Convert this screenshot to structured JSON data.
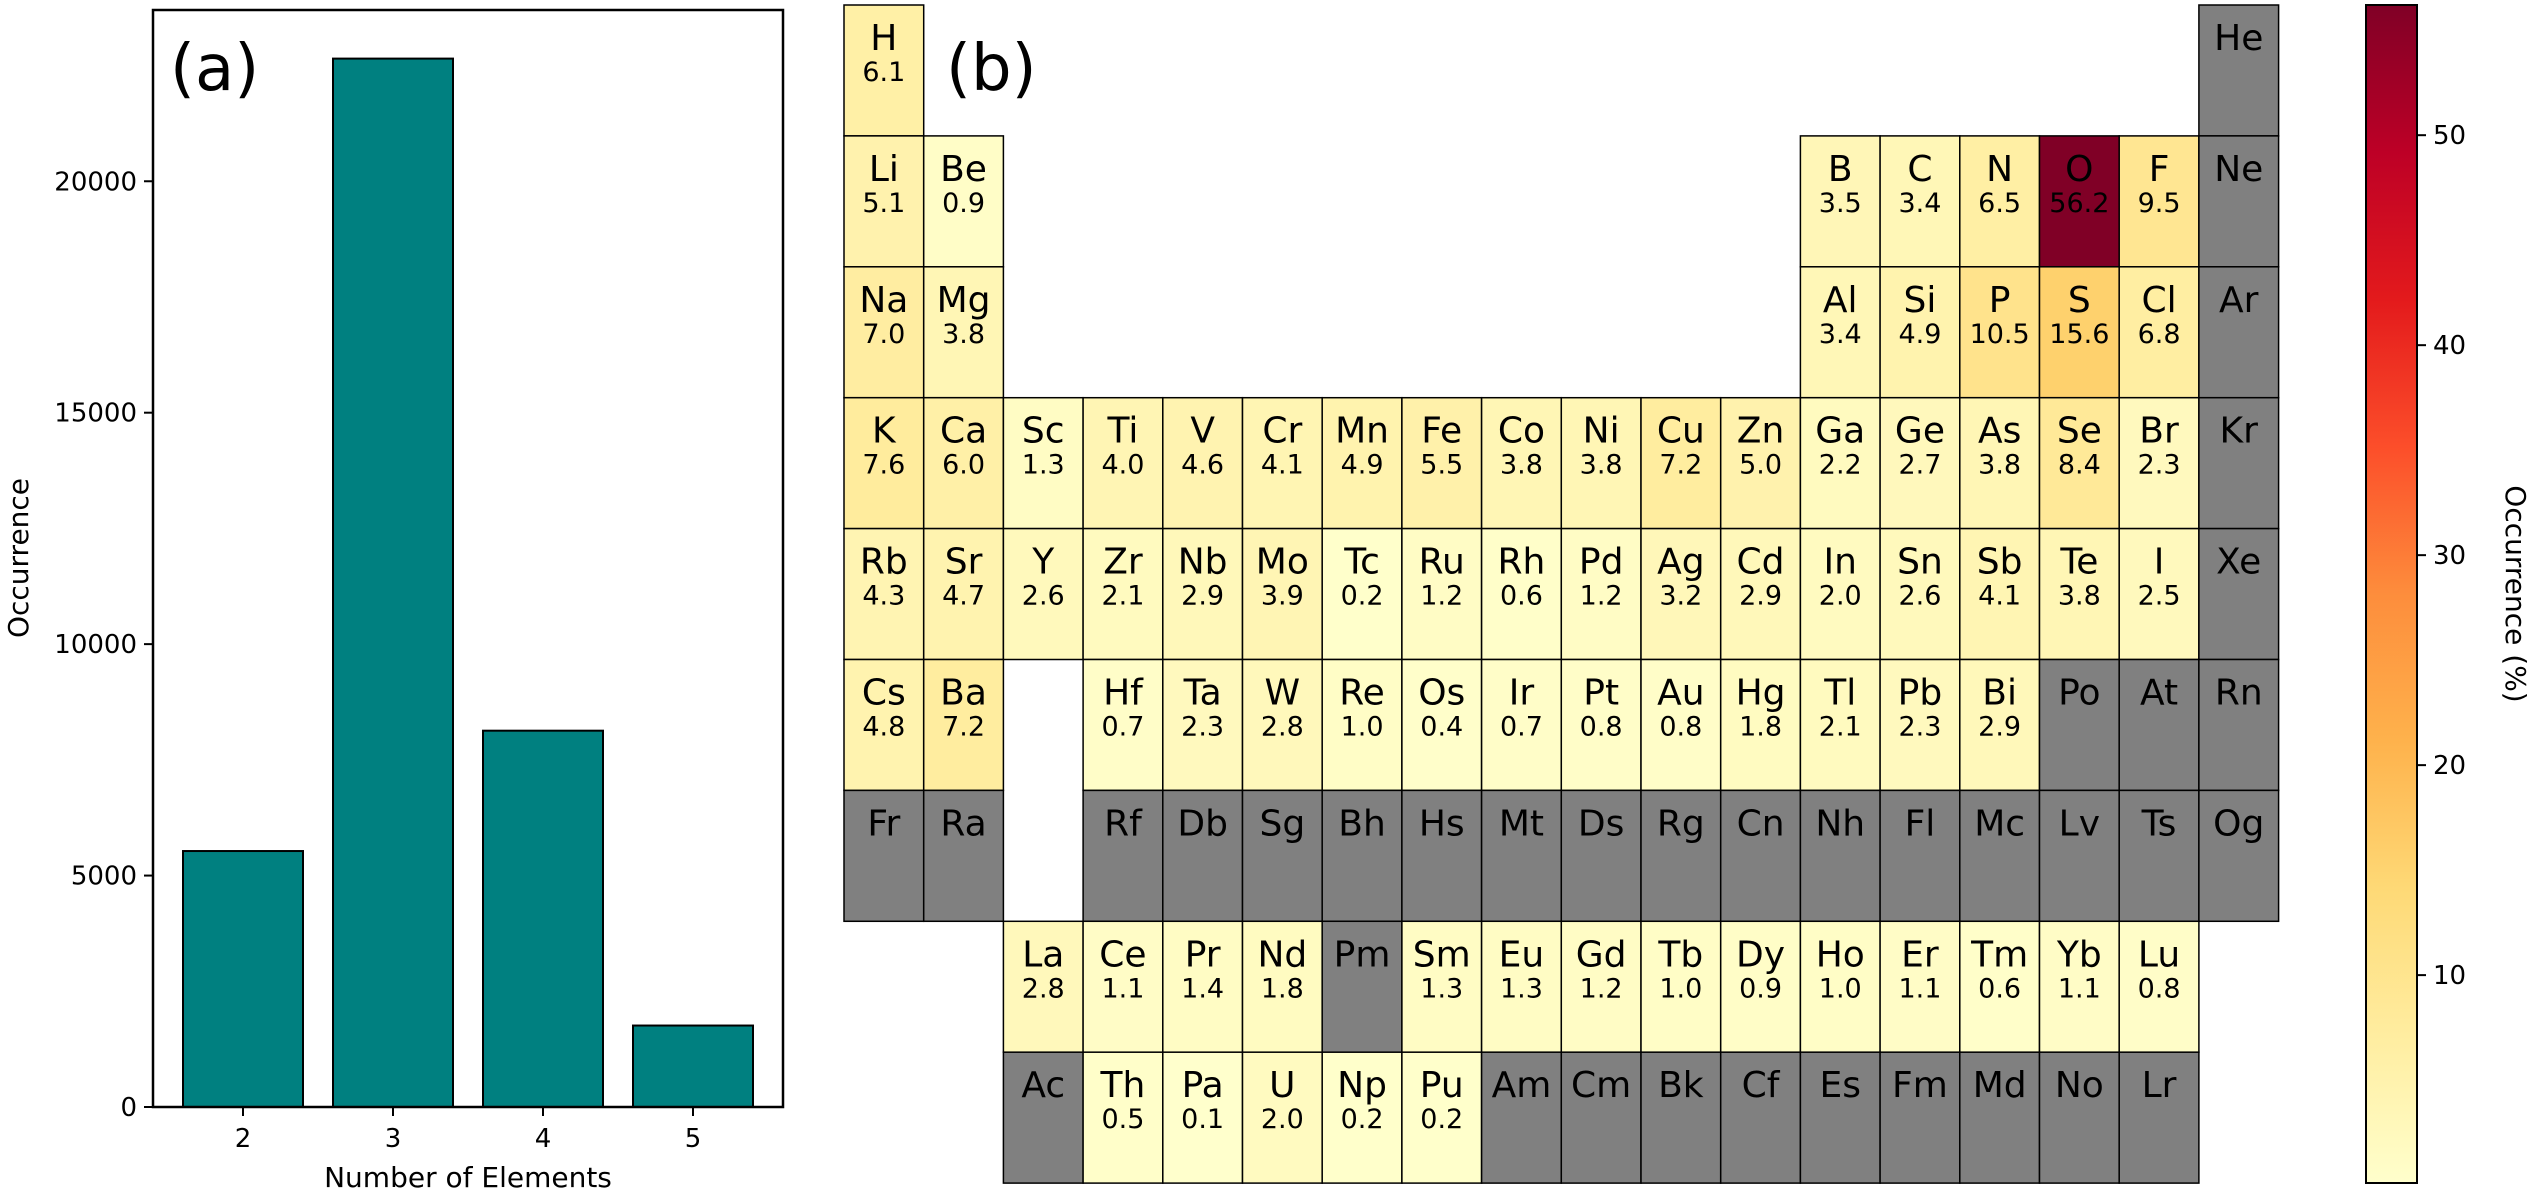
{
  "chart_data": [
    {
      "type": "bar",
      "panel_label": "(a)",
      "categories": [
        "2",
        "3",
        "4",
        "5"
      ],
      "values": [
        5530,
        22650,
        8130,
        1760
      ],
      "xlabel": "Number of Elements",
      "ylabel": "Occurrence",
      "ylim": [
        0,
        23700
      ],
      "yticks": [
        0,
        5000,
        10000,
        15000,
        20000
      ],
      "bar_color": "#008080",
      "grid": false
    },
    {
      "type": "heatmap",
      "panel_label": "(b)",
      "colorbar_label": "Occurrence (%)",
      "colorbar_range": [
        0.1,
        56.2
      ],
      "colorbar_ticks": [
        10,
        20,
        30,
        40,
        50
      ],
      "missing_color": "#808080",
      "colormap": "YlOrRd",
      "cells": [
        {
          "symbol": "H",
          "row": 1,
          "col": 1,
          "value": 6.1
        },
        {
          "symbol": "He",
          "row": 1,
          "col": 18,
          "value": null
        },
        {
          "symbol": "Li",
          "row": 2,
          "col": 1,
          "value": 5.1
        },
        {
          "symbol": "Be",
          "row": 2,
          "col": 2,
          "value": 0.9
        },
        {
          "symbol": "B",
          "row": 2,
          "col": 13,
          "value": 3.5
        },
        {
          "symbol": "C",
          "row": 2,
          "col": 14,
          "value": 3.4
        },
        {
          "symbol": "N",
          "row": 2,
          "col": 15,
          "value": 6.5
        },
        {
          "symbol": "O",
          "row": 2,
          "col": 16,
          "value": 56.2
        },
        {
          "symbol": "F",
          "row": 2,
          "col": 17,
          "value": 9.5
        },
        {
          "symbol": "Ne",
          "row": 2,
          "col": 18,
          "value": null
        },
        {
          "symbol": "Na",
          "row": 3,
          "col": 1,
          "value": 7.0
        },
        {
          "symbol": "Mg",
          "row": 3,
          "col": 2,
          "value": 3.8
        },
        {
          "symbol": "Al",
          "row": 3,
          "col": 13,
          "value": 3.4
        },
        {
          "symbol": "Si",
          "row": 3,
          "col": 14,
          "value": 4.9
        },
        {
          "symbol": "P",
          "row": 3,
          "col": 15,
          "value": 10.5
        },
        {
          "symbol": "S",
          "row": 3,
          "col": 16,
          "value": 15.6
        },
        {
          "symbol": "Cl",
          "row": 3,
          "col": 17,
          "value": 6.8
        },
        {
          "symbol": "Ar",
          "row": 3,
          "col": 18,
          "value": null
        },
        {
          "symbol": "K",
          "row": 4,
          "col": 1,
          "value": 7.6
        },
        {
          "symbol": "Ca",
          "row": 4,
          "col": 2,
          "value": 6.0
        },
        {
          "symbol": "Sc",
          "row": 4,
          "col": 3,
          "value": 1.3
        },
        {
          "symbol": "Ti",
          "row": 4,
          "col": 4,
          "value": 4.0
        },
        {
          "symbol": "V",
          "row": 4,
          "col": 5,
          "value": 4.6
        },
        {
          "symbol": "Cr",
          "row": 4,
          "col": 6,
          "value": 4.1
        },
        {
          "symbol": "Mn",
          "row": 4,
          "col": 7,
          "value": 4.9
        },
        {
          "symbol": "Fe",
          "row": 4,
          "col": 8,
          "value": 5.5
        },
        {
          "symbol": "Co",
          "row": 4,
          "col": 9,
          "value": 3.8
        },
        {
          "symbol": "Ni",
          "row": 4,
          "col": 10,
          "value": 3.8
        },
        {
          "symbol": "Cu",
          "row": 4,
          "col": 11,
          "value": 7.2
        },
        {
          "symbol": "Zn",
          "row": 4,
          "col": 12,
          "value": 5.0
        },
        {
          "symbol": "Ga",
          "row": 4,
          "col": 13,
          "value": 2.2
        },
        {
          "symbol": "Ge",
          "row": 4,
          "col": 14,
          "value": 2.7
        },
        {
          "symbol": "As",
          "row": 4,
          "col": 15,
          "value": 3.8
        },
        {
          "symbol": "Se",
          "row": 4,
          "col": 16,
          "value": 8.4
        },
        {
          "symbol": "Br",
          "row": 4,
          "col": 17,
          "value": 2.3
        },
        {
          "symbol": "Kr",
          "row": 4,
          "col": 18,
          "value": null
        },
        {
          "symbol": "Rb",
          "row": 5,
          "col": 1,
          "value": 4.3
        },
        {
          "symbol": "Sr",
          "row": 5,
          "col": 2,
          "value": 4.7
        },
        {
          "symbol": "Y",
          "row": 5,
          "col": 3,
          "value": 2.6
        },
        {
          "symbol": "Zr",
          "row": 5,
          "col": 4,
          "value": 2.1
        },
        {
          "symbol": "Nb",
          "row": 5,
          "col": 5,
          "value": 2.9
        },
        {
          "symbol": "Mo",
          "row": 5,
          "col": 6,
          "value": 3.9
        },
        {
          "symbol": "Tc",
          "row": 5,
          "col": 7,
          "value": 0.2
        },
        {
          "symbol": "Ru",
          "row": 5,
          "col": 8,
          "value": 1.2
        },
        {
          "symbol": "Rh",
          "row": 5,
          "col": 9,
          "value": 0.6
        },
        {
          "symbol": "Pd",
          "row": 5,
          "col": 10,
          "value": 1.2
        },
        {
          "symbol": "Ag",
          "row": 5,
          "col": 11,
          "value": 3.2
        },
        {
          "symbol": "Cd",
          "row": 5,
          "col": 12,
          "value": 2.9
        },
        {
          "symbol": "In",
          "row": 5,
          "col": 13,
          "value": 2.0
        },
        {
          "symbol": "Sn",
          "row": 5,
          "col": 14,
          "value": 2.6
        },
        {
          "symbol": "Sb",
          "row": 5,
          "col": 15,
          "value": 4.1
        },
        {
          "symbol": "Te",
          "row": 5,
          "col": 16,
          "value": 3.8
        },
        {
          "symbol": "I",
          "row": 5,
          "col": 17,
          "value": 2.5
        },
        {
          "symbol": "Xe",
          "row": 5,
          "col": 18,
          "value": null
        },
        {
          "symbol": "Cs",
          "row": 6,
          "col": 1,
          "value": 4.8
        },
        {
          "symbol": "Ba",
          "row": 6,
          "col": 2,
          "value": 7.2
        },
        {
          "symbol": "Hf",
          "row": 6,
          "col": 4,
          "value": 0.7
        },
        {
          "symbol": "Ta",
          "row": 6,
          "col": 5,
          "value": 2.3
        },
        {
          "symbol": "W",
          "row": 6,
          "col": 6,
          "value": 2.8
        },
        {
          "symbol": "Re",
          "row": 6,
          "col": 7,
          "value": 1.0
        },
        {
          "symbol": "Os",
          "row": 6,
          "col": 8,
          "value": 0.4
        },
        {
          "symbol": "Ir",
          "row": 6,
          "col": 9,
          "value": 0.7
        },
        {
          "symbol": "Pt",
          "row": 6,
          "col": 10,
          "value": 0.8
        },
        {
          "symbol": "Au",
          "row": 6,
          "col": 11,
          "value": 0.8
        },
        {
          "symbol": "Hg",
          "row": 6,
          "col": 12,
          "value": 1.8
        },
        {
          "symbol": "Tl",
          "row": 6,
          "col": 13,
          "value": 2.1
        },
        {
          "symbol": "Pb",
          "row": 6,
          "col": 14,
          "value": 2.3
        },
        {
          "symbol": "Bi",
          "row": 6,
          "col": 15,
          "value": 2.9
        },
        {
          "symbol": "Po",
          "row": 6,
          "col": 16,
          "value": null
        },
        {
          "symbol": "At",
          "row": 6,
          "col": 17,
          "value": null
        },
        {
          "symbol": "Rn",
          "row": 6,
          "col": 18,
          "value": null
        },
        {
          "symbol": "Fr",
          "row": 7,
          "col": 1,
          "value": null
        },
        {
          "symbol": "Ra",
          "row": 7,
          "col": 2,
          "value": null
        },
        {
          "symbol": "Rf",
          "row": 7,
          "col": 4,
          "value": null
        },
        {
          "symbol": "Db",
          "row": 7,
          "col": 5,
          "value": null
        },
        {
          "symbol": "Sg",
          "row": 7,
          "col": 6,
          "value": null
        },
        {
          "symbol": "Bh",
          "row": 7,
          "col": 7,
          "value": null
        },
        {
          "symbol": "Hs",
          "row": 7,
          "col": 8,
          "value": null
        },
        {
          "symbol": "Mt",
          "row": 7,
          "col": 9,
          "value": null
        },
        {
          "symbol": "Ds",
          "row": 7,
          "col": 10,
          "value": null
        },
        {
          "symbol": "Rg",
          "row": 7,
          "col": 11,
          "value": null
        },
        {
          "symbol": "Cn",
          "row": 7,
          "col": 12,
          "value": null
        },
        {
          "symbol": "Nh",
          "row": 7,
          "col": 13,
          "value": null
        },
        {
          "symbol": "Fl",
          "row": 7,
          "col": 14,
          "value": null
        },
        {
          "symbol": "Mc",
          "row": 7,
          "col": 15,
          "value": null
        },
        {
          "symbol": "Lv",
          "row": 7,
          "col": 16,
          "value": null
        },
        {
          "symbol": "Ts",
          "row": 7,
          "col": 17,
          "value": null
        },
        {
          "symbol": "Og",
          "row": 7,
          "col": 18,
          "value": null
        },
        {
          "symbol": "La",
          "row": 8,
          "col": 3,
          "value": 2.8
        },
        {
          "symbol": "Ce",
          "row": 8,
          "col": 4,
          "value": 1.1
        },
        {
          "symbol": "Pr",
          "row": 8,
          "col": 5,
          "value": 1.4
        },
        {
          "symbol": "Nd",
          "row": 8,
          "col": 6,
          "value": 1.8
        },
        {
          "symbol": "Pm",
          "row": 8,
          "col": 7,
          "value": null
        },
        {
          "symbol": "Sm",
          "row": 8,
          "col": 8,
          "value": 1.3
        },
        {
          "symbol": "Eu",
          "row": 8,
          "col": 9,
          "value": 1.3
        },
        {
          "symbol": "Gd",
          "row": 8,
          "col": 10,
          "value": 1.2
        },
        {
          "symbol": "Tb",
          "row": 8,
          "col": 11,
          "value": 1.0
        },
        {
          "symbol": "Dy",
          "row": 8,
          "col": 12,
          "value": 0.9
        },
        {
          "symbol": "Ho",
          "row": 8,
          "col": 13,
          "value": 1.0
        },
        {
          "symbol": "Er",
          "row": 8,
          "col": 14,
          "value": 1.1
        },
        {
          "symbol": "Tm",
          "row": 8,
          "col": 15,
          "value": 0.6
        },
        {
          "symbol": "Yb",
          "row": 8,
          "col": 16,
          "value": 1.1
        },
        {
          "symbol": "Lu",
          "row": 8,
          "col": 17,
          "value": 0.8
        },
        {
          "symbol": "Ac",
          "row": 9,
          "col": 3,
          "value": null
        },
        {
          "symbol": "Th",
          "row": 9,
          "col": 4,
          "value": 0.5
        },
        {
          "symbol": "Pa",
          "row": 9,
          "col": 5,
          "value": 0.1
        },
        {
          "symbol": "U",
          "row": 9,
          "col": 6,
          "value": 2.0
        },
        {
          "symbol": "Np",
          "row": 9,
          "col": 7,
          "value": 0.2
        },
        {
          "symbol": "Pu",
          "row": 9,
          "col": 8,
          "value": 0.2
        },
        {
          "symbol": "Am",
          "row": 9,
          "col": 9,
          "value": null
        },
        {
          "symbol": "Cm",
          "row": 9,
          "col": 10,
          "value": null
        },
        {
          "symbol": "Bk",
          "row": 9,
          "col": 11,
          "value": null
        },
        {
          "symbol": "Cf",
          "row": 9,
          "col": 12,
          "value": null
        },
        {
          "symbol": "Es",
          "row": 9,
          "col": 13,
          "value": null
        },
        {
          "symbol": "Fm",
          "row": 9,
          "col": 14,
          "value": null
        },
        {
          "symbol": "Md",
          "row": 9,
          "col": 15,
          "value": null
        },
        {
          "symbol": "No",
          "row": 9,
          "col": 16,
          "value": null
        },
        {
          "symbol": "Lr",
          "row": 9,
          "col": 17,
          "value": null
        }
      ]
    }
  ]
}
